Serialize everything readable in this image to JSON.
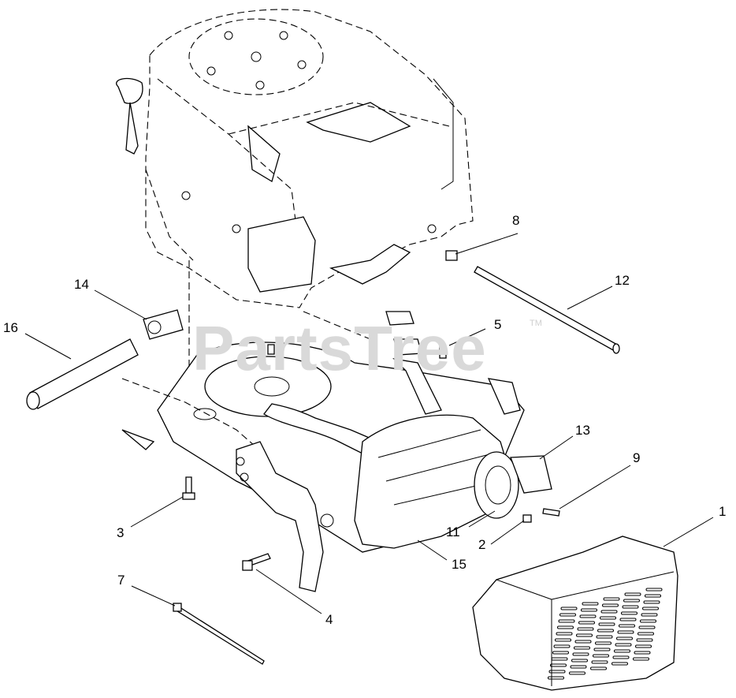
{
  "watermark": {
    "brand": "PartsTree",
    "trademark": "TM"
  },
  "callouts": [
    {
      "id": "1",
      "label": "1"
    },
    {
      "id": "2",
      "label": "2"
    },
    {
      "id": "3",
      "label": "3"
    },
    {
      "id": "4",
      "label": "4"
    },
    {
      "id": "5",
      "label": "5"
    },
    {
      "id": "7",
      "label": "7"
    },
    {
      "id": "8",
      "label": "8"
    },
    {
      "id": "9",
      "label": "9"
    },
    {
      "id": "11",
      "label": "11"
    },
    {
      "id": "12",
      "label": "12"
    },
    {
      "id": "13",
      "label": "13"
    },
    {
      "id": "14",
      "label": "14"
    },
    {
      "id": "15",
      "label": "15"
    },
    {
      "id": "16",
      "label": "16"
    }
  ]
}
